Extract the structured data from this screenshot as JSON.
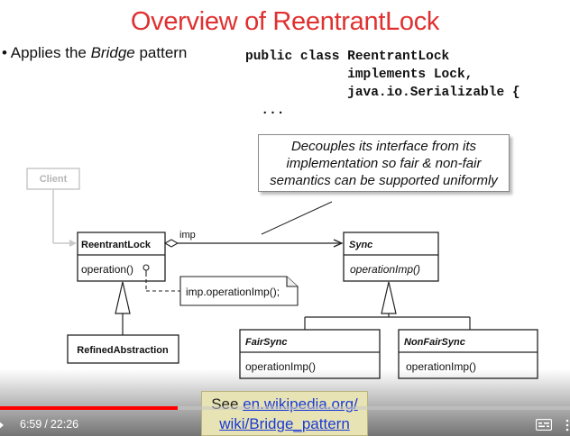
{
  "slide": {
    "title": "Overview of ReentrantLock",
    "bullet_prefix": "Applies the ",
    "bullet_italic": "Bridge",
    "bullet_suffix": " pattern",
    "code_lines": [
      "public class ReentrantLock",
      "             implements Lock,",
      "             java.io.Serializable {",
      "  ..."
    ]
  },
  "callout": {
    "lines": [
      "Decouples its interface from its",
      "implementation so fair & non-fair",
      "semantics can be supported uniformly"
    ]
  },
  "diagram": {
    "client": "Client",
    "reentrant_lock": "ReentrantLock",
    "reentrant_op": "operation()",
    "imp_label": "imp",
    "note": "imp.operationImp();",
    "refined": "RefinedAbstraction",
    "sync": "Sync",
    "sync_op": "operationImp()",
    "fair_sync": "FairSync",
    "fair_op": "operationImp()",
    "nonfair_sync": "NonFairSync",
    "nonfair_op": "operationImp()"
  },
  "reference": {
    "prefix": "See ",
    "link_line1": "en.wikipedia.org/",
    "link_line2": "wiki/Bridge_pattern"
  },
  "player": {
    "current_time": "6:59",
    "separator": "/",
    "duration": "22:26",
    "progress": 0.3113,
    "progress_color": "#ff0000",
    "controls": [
      "play-icon",
      "captions-icon",
      "more-icon"
    ]
  }
}
